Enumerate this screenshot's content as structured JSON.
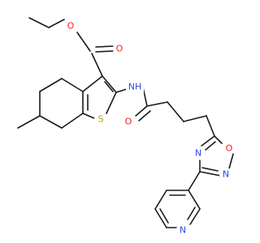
{
  "molecule": {
    "atoms": {
      "o_ether": "O",
      "o_carbonyl_ester": "O",
      "nh": "NH",
      "s_ring": "S",
      "o_amide": "O",
      "o_oxadiazole": "O",
      "n_oxadiazole_2": "N",
      "n_oxadiazole_4": "N",
      "n_pyridine": "N"
    },
    "colors": {
      "carbon": "#1a1a1a",
      "oxygen": "#ff1a1a",
      "nitrogen": "#2b4bd6",
      "sulfur": "#b3a200"
    }
  }
}
